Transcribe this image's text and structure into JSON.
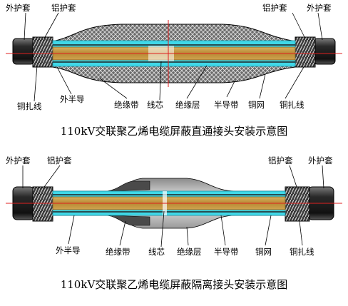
{
  "diagram1": {
    "caption": "110kV交联聚乙烯电缆屏蔽直通接头安装示意图",
    "labels": {
      "outer_sheath_left": "外护套",
      "al_sheath_left": "铝护套",
      "al_sheath_right": "铝护套",
      "outer_sheath_right": "外护套",
      "copper_wire_left": "铜扎线",
      "outer_semicon": "外半导",
      "insulation_tape": "绝缘带",
      "core": "线芯",
      "insulation_layer": "绝缘层",
      "semicon_tape": "半导带",
      "copper_mesh": "铜网",
      "copper_wire_right": "铜扎线"
    }
  },
  "diagram2": {
    "caption": "110kV交联聚乙烯电缆屏蔽隔离接头安装示意图",
    "labels": {
      "outer_sheath_left": "外护套",
      "al_sheath_left": "铝护套",
      "al_sheath_right": "铝护套",
      "outer_sheath_right": "外护套",
      "outer_semicon": "外半导",
      "insulation_tape": "绝缘带",
      "core": "线芯",
      "insulation_layer": "绝缘层",
      "semicon_tape": "半导带",
      "copper_mesh": "铜网",
      "copper_wire_right": "铜扎线"
    }
  },
  "colors": {
    "core": "#c89c40",
    "insulation": "#40d8e8",
    "semiconductor": "#303030",
    "sheath": "#1a1a1a",
    "axis_line": "#e02020"
  }
}
